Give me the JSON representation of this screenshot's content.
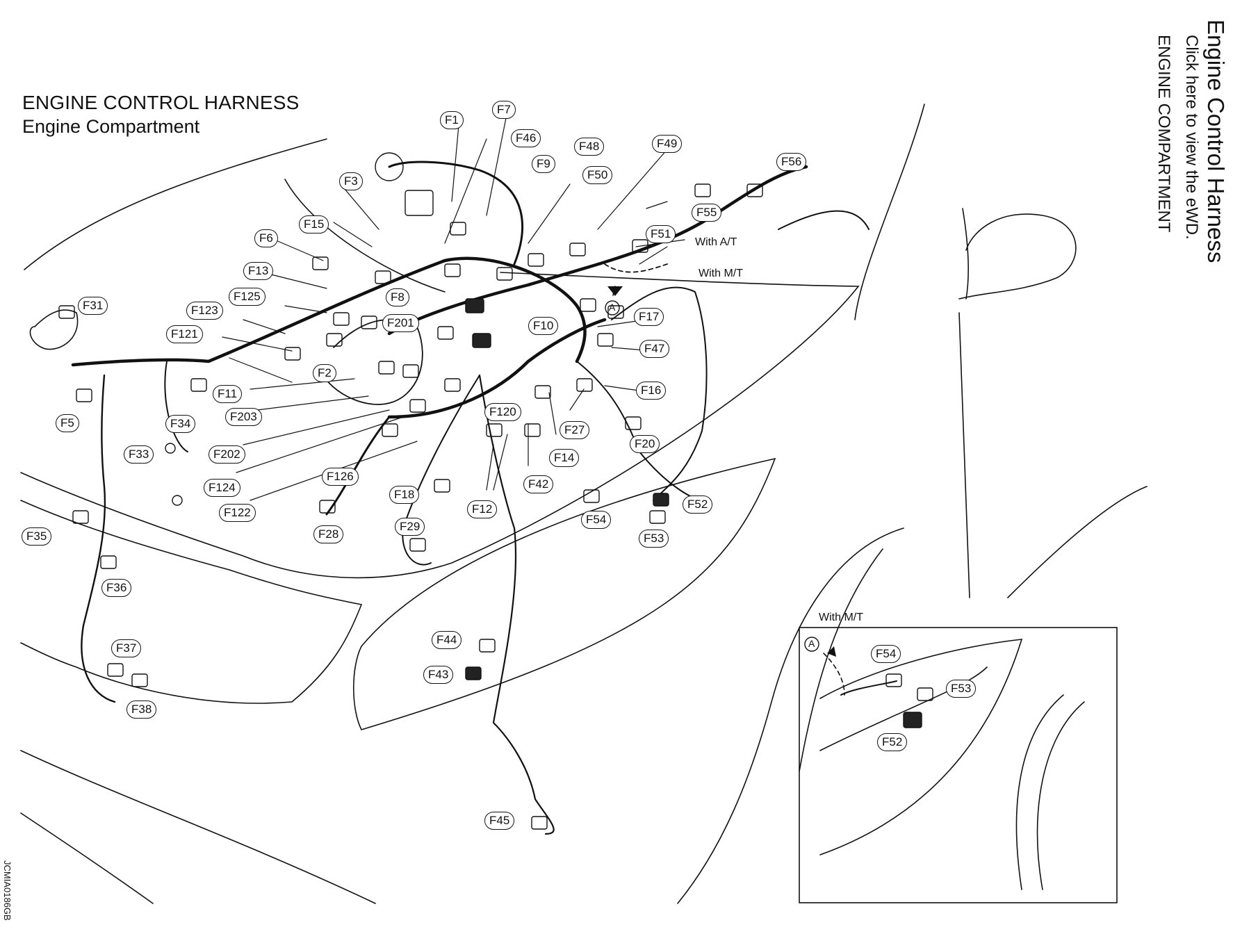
{
  "title": "ENGINE CONTROL HARNESS",
  "subtitle": "Engine Compartment",
  "side": {
    "title": "Engine Control Harness",
    "link": "Click here to view the eWD.",
    "section": "ENGINE COMPARTMENT"
  },
  "doc_id": "JCMIA0186GB",
  "notes": {
    "with_at": "With A/T",
    "with_mt": "With M/T",
    "inset_title": "With M/T",
    "marker": "A"
  },
  "connectors": [
    "F1",
    "F2",
    "F3",
    "F5",
    "F6",
    "F7",
    "F8",
    "F9",
    "F10",
    "F11",
    "F12",
    "F13",
    "F14",
    "F15",
    "F16",
    "F17",
    "F18",
    "F20",
    "F27",
    "F28",
    "F29",
    "F31",
    "F33",
    "F34",
    "F35",
    "F36",
    "F37",
    "F38",
    "F42",
    "F43",
    "F44",
    "F45",
    "F46",
    "F47",
    "F48",
    "F49",
    "F50",
    "F51",
    "F52",
    "F53",
    "F54",
    "F55",
    "F56",
    "F120",
    "F121",
    "F122",
    "F123",
    "F124",
    "F125",
    "F126",
    "F201",
    "F202",
    "F203"
  ],
  "inset_connectors": [
    "F54",
    "F53",
    "F52"
  ]
}
